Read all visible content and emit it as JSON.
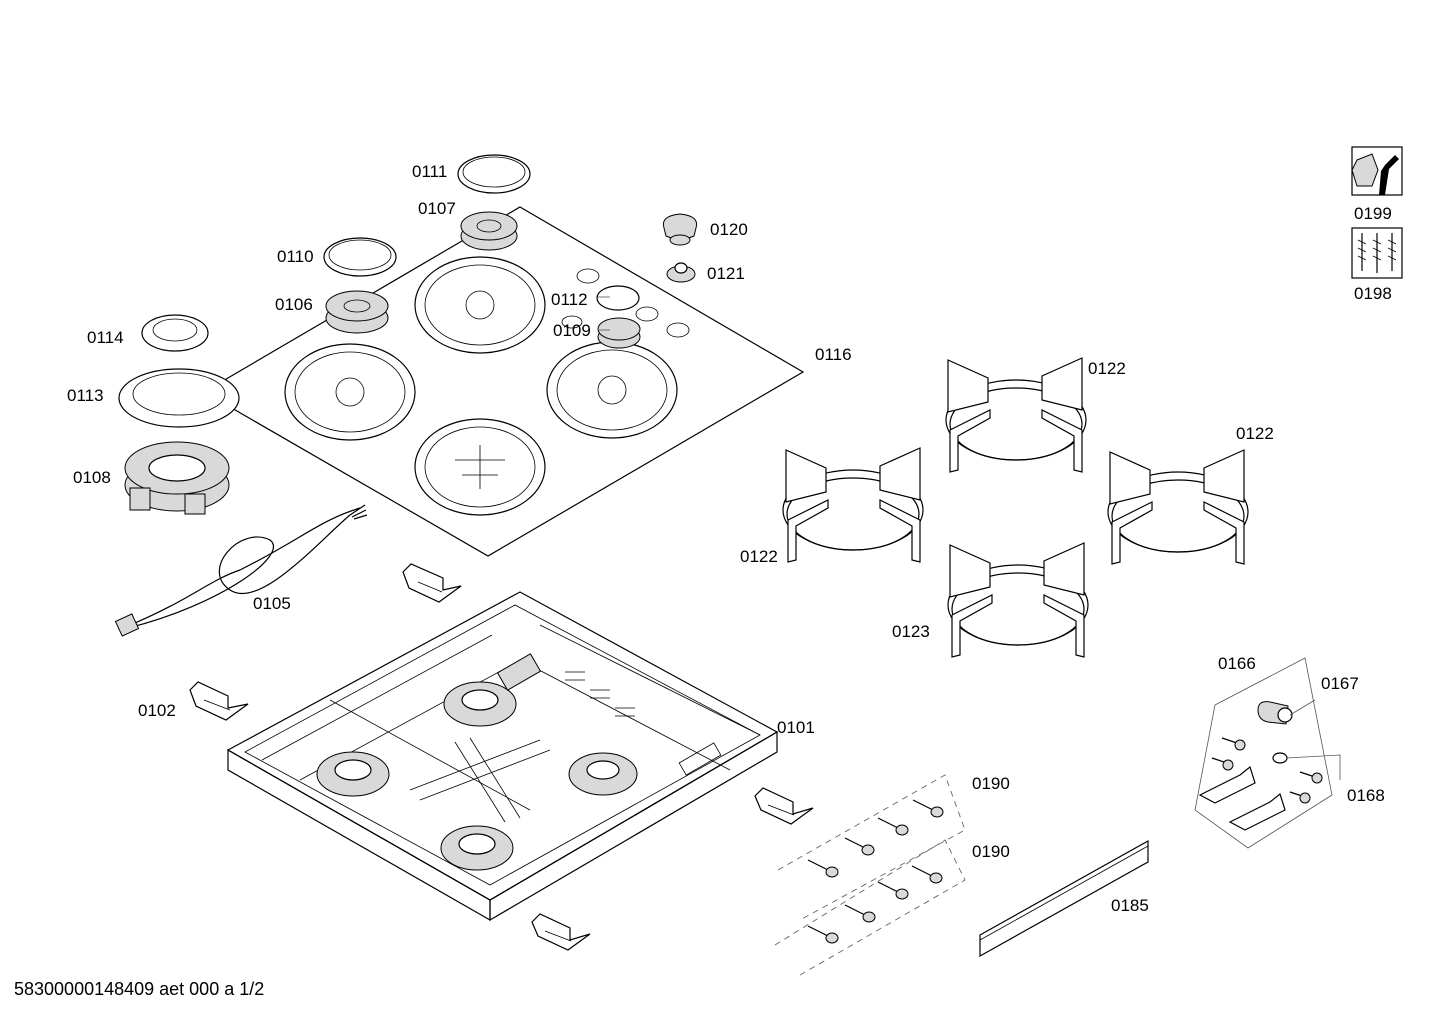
{
  "footer": {
    "document_id": "58300000148409 aet 000 a 1/2"
  },
  "icons": {
    "service_tool": {
      "icon": "wrench-nut-icon",
      "number": "0199"
    },
    "screw_set": {
      "icon": "screws-icon",
      "number": "0198"
    }
  },
  "parts": {
    "p0111": "0111",
    "p0107": "0107",
    "p0110": "0110",
    "p0106": "0106",
    "p0114": "0114",
    "p0113": "0113",
    "p0108": "0108",
    "p0105": "0105",
    "p0120": "0120",
    "p0121": "0121",
    "p0112": "0112",
    "p0109": "0109",
    "p0116": "0116",
    "p0122a": "0122",
    "p0122b": "0122",
    "p0122c": "0122",
    "p0123": "0123",
    "p0102": "0102",
    "p0101": "0101",
    "p0166": "0166",
    "p0167": "0167",
    "p0168": "0168",
    "p0190a": "0190",
    "p0190b": "0190",
    "p0185": "0185"
  }
}
